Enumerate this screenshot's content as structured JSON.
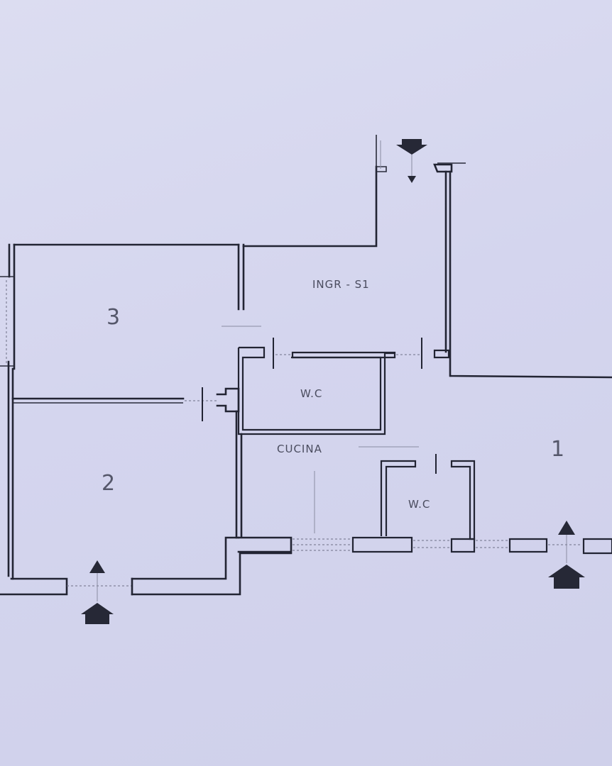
{
  "rooms": {
    "room_3": "3",
    "room_2": "2",
    "room_1": "1",
    "entrance": "INGR - S1",
    "wc_upper": "W.C",
    "wc_lower": "W.C",
    "kitchen": "CUCINA"
  },
  "colors": {
    "paper": "#d6d7ef",
    "ink": "#222433",
    "pencil": "#4a4c5e"
  },
  "icons": {
    "entrance_marker_top": "arrow-down-icon",
    "entrance_marker_left": "arrow-up-icon",
    "entrance_marker_right": "arrow-up-icon"
  }
}
